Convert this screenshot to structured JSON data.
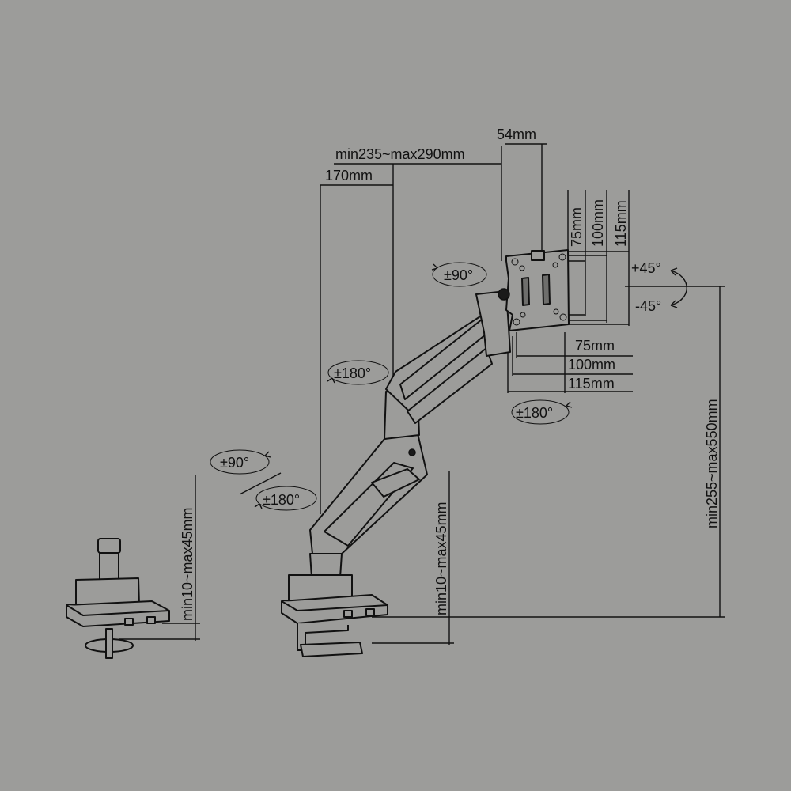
{
  "dimensions": {
    "vesa_depth": "54mm",
    "arm_extension": "min235~max290mm",
    "pole_offset": "170mm",
    "vesa_v_75": "75mm",
    "vesa_v_100": "100mm",
    "vesa_v_115": "115mm",
    "vesa_h_75": "75mm",
    "vesa_h_100": "100mm",
    "vesa_h_115": "115mm",
    "height_range": "min255~max550mm",
    "clamp_thickness": "min10~max45mm",
    "grommet_thickness": "min10~max45mm"
  },
  "rotations": {
    "head_rotate": "±90°",
    "tilt_up": "+45°",
    "tilt_down": "-45°",
    "elbow_swivel": "±180°",
    "head_swivel": "±180°",
    "base_rotate": "±90°",
    "base_swivel": "±180°"
  }
}
